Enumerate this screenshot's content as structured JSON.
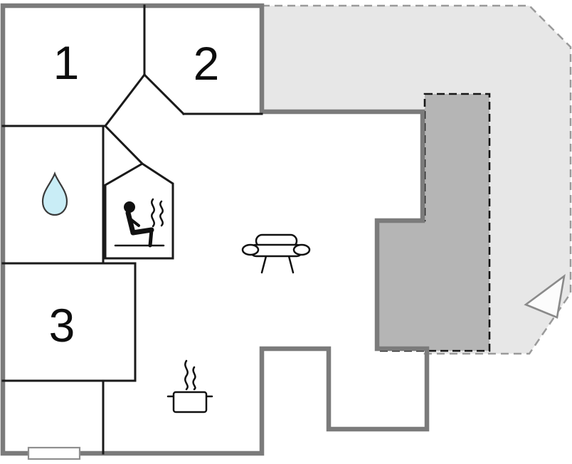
{
  "room_labels": {
    "room1": "1",
    "room2": "2",
    "room3": "3"
  },
  "icons": {
    "water_drop": "water-drop-icon",
    "sauna_person": "sauna-person-icon",
    "sauna_steam": "steam-icon",
    "sofa": "sofa-icon",
    "cooking_pot": "cooking-pot-icon",
    "pot_steam": "steam-icon",
    "window": "window-marker",
    "north_arrow": "north-arrow-icon"
  },
  "colors": {
    "terrace_light": "#e7e7e7",
    "terrace_dark": "#b5b5b5",
    "exterior_wall_gray": "#7b7b7b",
    "interior_wall_black": "#1a1a1a",
    "water_blue": "#c9edf6"
  }
}
